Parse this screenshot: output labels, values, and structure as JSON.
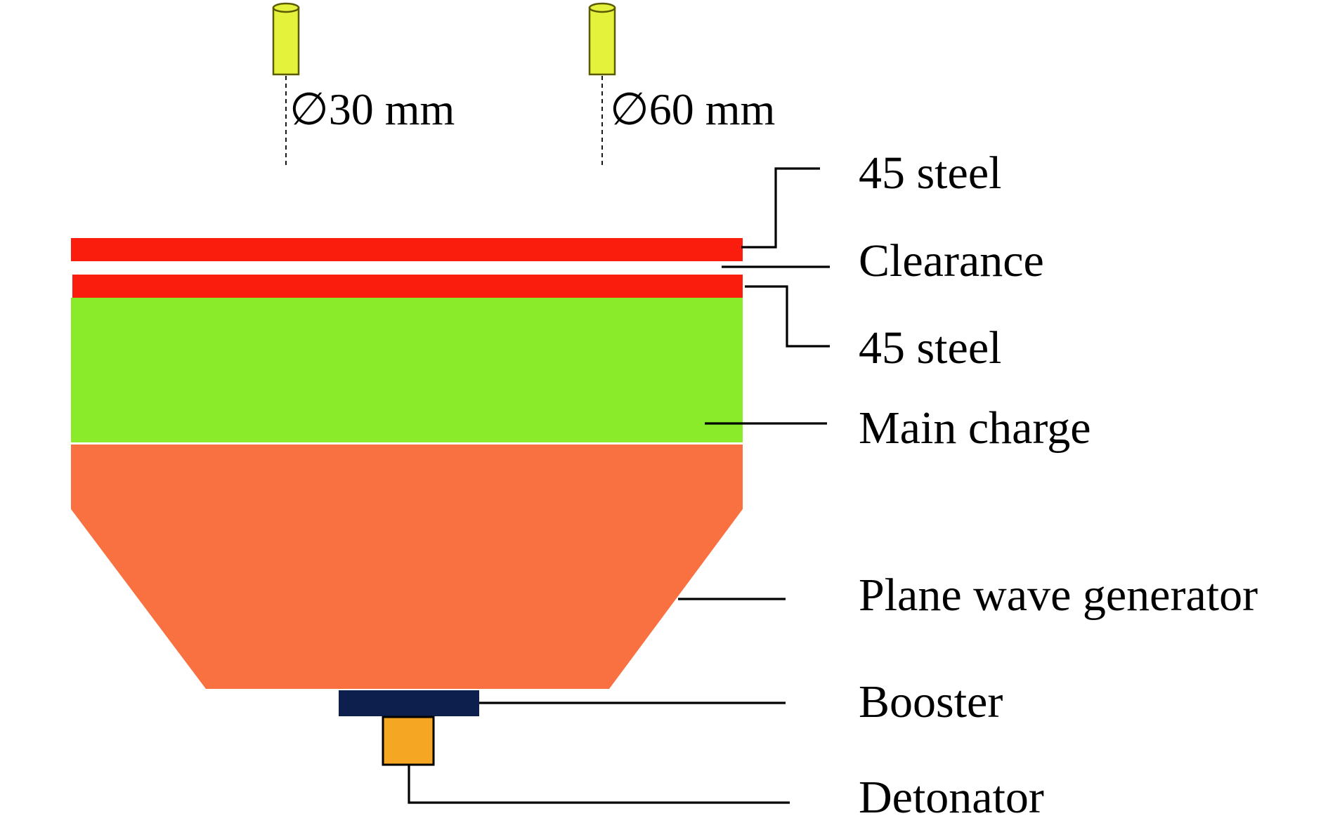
{
  "colors": {
    "steel": "#fa1d0e",
    "main_charge": "#89eb29",
    "plane_wave_generator": "#fa7141",
    "booster": "#0d1f4d",
    "detonator": "#f5a623",
    "probe": "#e5f23c",
    "probe_outline": "#5a5a00"
  },
  "probes": [
    {
      "label": "∅30 mm",
      "icon": "cylinder-probe-icon"
    },
    {
      "label": "∅60 mm",
      "icon": "cylinder-probe-icon"
    }
  ],
  "labels": {
    "steel_top": "45 steel",
    "clearance": "Clearance",
    "steel_bottom": "45 steel",
    "main_charge": "Main charge",
    "plane_wave_generator": "Plane wave generator",
    "booster": "Booster",
    "detonator": "Detonator"
  }
}
